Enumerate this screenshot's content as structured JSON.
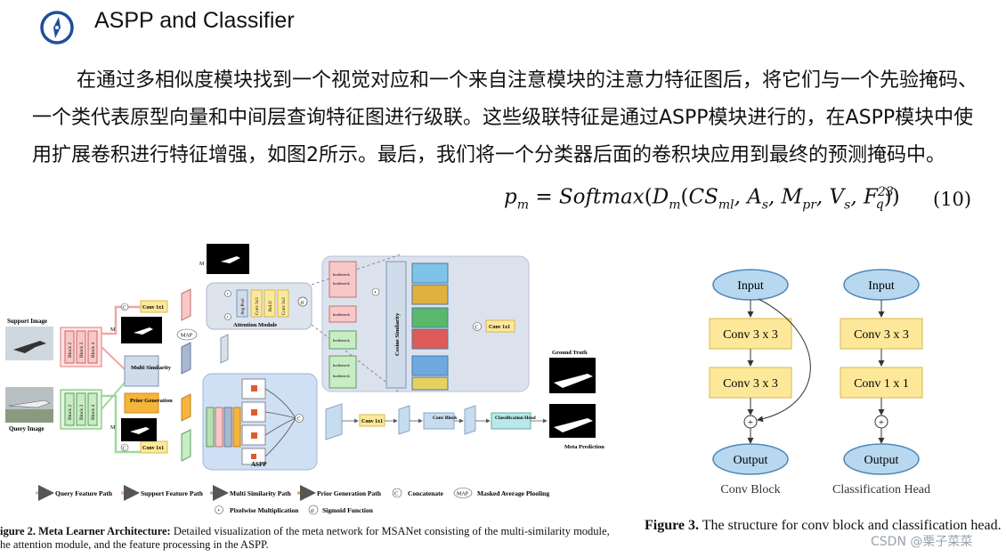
{
  "header": {
    "title": "ASPP and Classifier",
    "logo_icon": "compass-icon"
  },
  "paragraph": "在通过多相似度模块找到一个视觉对应和一个来自注意模块的注意力特征图后，将它们与一个先验掩码、一个类代表原型向量和中间层查询特征图进行级联。这些级联特征是通过ASPP模块进行的，在ASPP模块中使用扩展卷积进行特征增强，如图2所示。最后，我们将一个分类器后面的卷积块应用到最终的预测掩码中。",
  "equation": {
    "lhs": "p",
    "lhs_sub": "m",
    "fn": "Softmax",
    "D": "D",
    "D_sub": "m",
    "args_cs": "CS",
    "args_cs_sub": "ml",
    "A": "A",
    "A_sub": "s",
    "M": "M",
    "M_sub": "pr",
    "V": "V",
    "V_sub": "s",
    "F": "F",
    "F_sub": "q",
    "F_sup": "23",
    "number": "(10)"
  },
  "figure2": {
    "labels": {
      "support_image": "Support Image",
      "query_image": "Query Image",
      "ms": "M",
      "ms_sub": "s",
      "block2": "Block 2",
      "block3": "Block 3",
      "block4": "Block 4",
      "conv1x1": "Conv 1x1",
      "map": "MAP",
      "multi_similarity": "Multi Similarity",
      "prior_generation": "Prior Generation",
      "attention_module": "Attention Module",
      "avg_pool": "Avg Pool",
      "conv3x3": "Conv 3x3",
      "relu": "ReLU",
      "sigma": "σ",
      "aspp": "ASPP",
      "conv_block": "Conv Block",
      "classification_head": "Classification Head",
      "ground_truth": "Ground Truth",
      "meta_prediction": "Meta Prediction",
      "cosine_similarity": "Cosine Similarity",
      "bottleneck": "bottleneck",
      "concat": "C",
      "mult": "•"
    },
    "legend": [
      {
        "label": "Query Feature Path",
        "color": "#9fd89b"
      },
      {
        "label": "Support Feature Path",
        "color": "#f2a5a5"
      },
      {
        "label": "Multi Similarity Path",
        "color": "#8fa9c9"
      },
      {
        "label": "Prior Generation Path",
        "color": "#f0a329"
      },
      {
        "label": "Concatenate",
        "symbol": "C"
      },
      {
        "label": "Masked Average Plooling",
        "symbol": "MAP"
      },
      {
        "label": "Pixelwise Multiplication",
        "symbol": "•"
      },
      {
        "label": "Sigmoid Function",
        "symbol": "σ"
      }
    ],
    "caption_bold": "igure 2. Meta Learner Architecture:",
    "caption_line1": " Detailed visualization of the meta network for MSANet consisting of the multi-similarity module,",
    "caption_line2": "he attention module, and the feature processing in the ASPP."
  },
  "figure3": {
    "left": {
      "input": "Input",
      "conv_a": "Conv 3 x 3",
      "conv_b": "Conv 3 x 3",
      "plus": "+",
      "output": "Output",
      "title": "Conv Block"
    },
    "right": {
      "input": "Input",
      "conv_a": "Conv 3 x 3",
      "conv_b": "Conv 1 x 1",
      "plus": "+",
      "output": "Output",
      "title": "Classification Head"
    },
    "caption_bold": "Figure 3.",
    "caption_rest": " The structure for conv block and classification head."
  },
  "watermark": "CSDN @栗子菜菜",
  "colors": {
    "ellipse_fill": "#b8d8f0",
    "ellipse_stroke": "#4e86b5",
    "box_fill": "#fde89a",
    "box_stroke": "#d8b84a"
  }
}
